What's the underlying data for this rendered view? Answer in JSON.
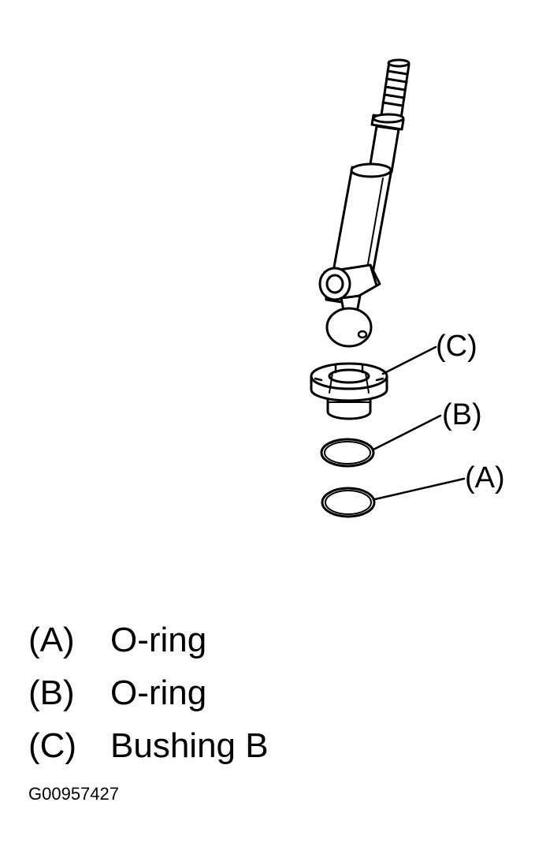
{
  "callouts": {
    "c": "(C)",
    "b": "(B)",
    "a": "(A)"
  },
  "legend": [
    {
      "key": "(A)",
      "label": "O-ring"
    },
    {
      "key": "(B)",
      "label": "O-ring"
    },
    {
      "key": "(C)",
      "label": "Bushing B"
    }
  ],
  "figure_code": "G00957427",
  "colors": {
    "line": "#000000",
    "background": "#ffffff"
  }
}
